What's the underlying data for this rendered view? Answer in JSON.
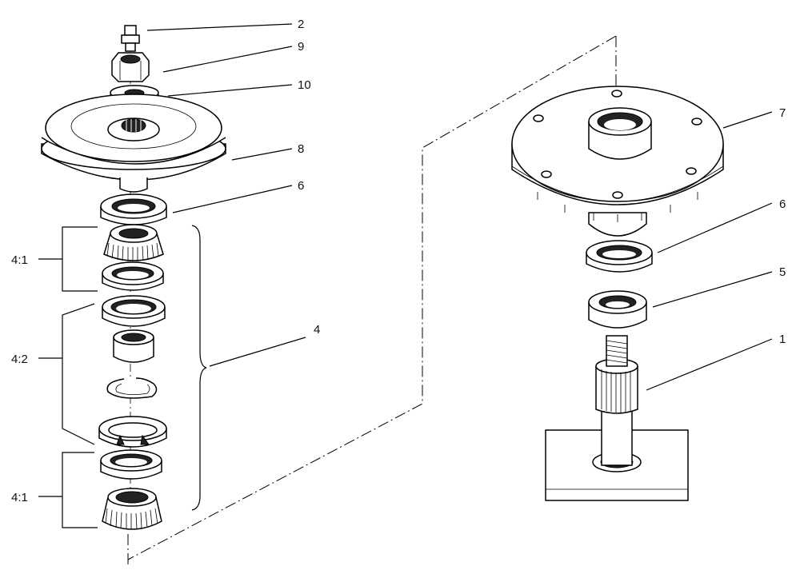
{
  "callouts": {
    "c2": "2",
    "c9": "9",
    "c10": "10",
    "c8": "8",
    "c6_left": "6",
    "c4": "4",
    "c7": "7",
    "c6_right": "6",
    "c5": "5",
    "c1": "1"
  },
  "groups": {
    "g41_top": "4:1",
    "g42": "4:2",
    "g41_bottom": "4:1"
  }
}
